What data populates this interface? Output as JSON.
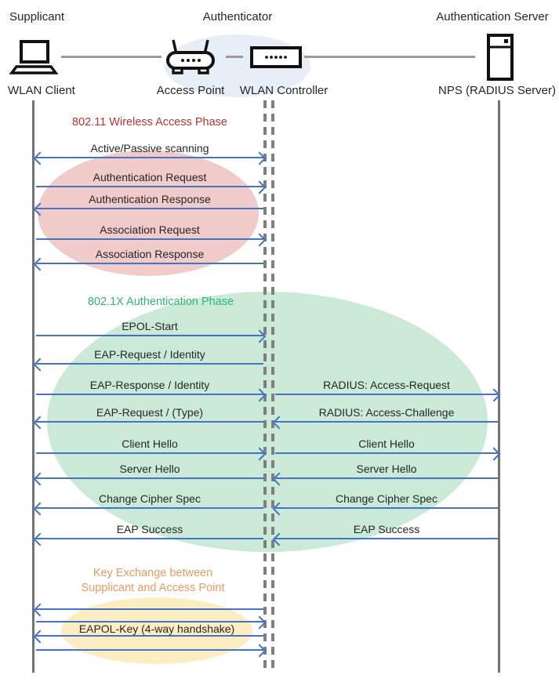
{
  "header": {
    "supplicant": "Supplicant",
    "authenticator": "Authenticator",
    "auth_server": "Authentication Server"
  },
  "devices": {
    "wlan_client": "WLAN Client",
    "access_point": "Access Point",
    "wlan_controller": "WLAN Controller",
    "nps": "NPS (RADIUS Server)"
  },
  "phases": [
    {
      "title": "802.11 Wireless Access Phase",
      "title_color": "#b73434",
      "fill": "#f1caca"
    },
    {
      "title": "802.1X Authentication Phase",
      "title_color": "#2fb574",
      "fill": "#cbe9d7"
    },
    {
      "title_line1": "Key Exchange between",
      "title_line2": "Supplicant and Access Point",
      "title_color": "#e8995f",
      "fill": "#fdedc2",
      "message": "EAPOL-Key (4-way handshake)"
    }
  ],
  "messages": [
    {
      "label": "Active/Passive scanning",
      "segment": "client-controller",
      "direction": "both"
    },
    {
      "label": "Authentication Request",
      "segment": "client-controller",
      "direction": "right"
    },
    {
      "label": "Authentication Response",
      "segment": "client-controller",
      "direction": "left"
    },
    {
      "label": "Association Request",
      "segment": "client-controller",
      "direction": "right"
    },
    {
      "label": "Association Response",
      "segment": "client-controller",
      "direction": "left"
    },
    {
      "label": "EPOL-Start",
      "segment": "client-controller",
      "direction": "right"
    },
    {
      "label": "EAP-Request / Identity",
      "segment": "client-controller",
      "direction": "left"
    },
    {
      "label": "EAP-Response / Identity",
      "segment": "client-controller",
      "direction": "right"
    },
    {
      "label": "RADIUS: Access-Request",
      "segment": "controller-server",
      "direction": "right"
    },
    {
      "label": "EAP-Request / (Type)",
      "segment": "client-controller",
      "direction": "left"
    },
    {
      "label": "RADIUS: Access-Challenge",
      "segment": "controller-server",
      "direction": "left"
    },
    {
      "label": "Client Hello",
      "segment": "client-controller",
      "direction": "right"
    },
    {
      "label": "Client Hello",
      "segment": "controller-server",
      "direction": "right"
    },
    {
      "label": "Server Hello",
      "segment": "client-controller",
      "direction": "left"
    },
    {
      "label": "Server Hello",
      "segment": "controller-server",
      "direction": "left"
    },
    {
      "label": "Change Cipher Spec",
      "segment": "client-controller",
      "direction": "left"
    },
    {
      "label": "Change Cipher Spec",
      "segment": "controller-server",
      "direction": "left"
    },
    {
      "label": "EAP Success",
      "segment": "client-controller",
      "direction": "left"
    },
    {
      "label": "EAP Success",
      "segment": "controller-server",
      "direction": "left"
    },
    {
      "label": "",
      "segment": "client-controller",
      "direction": "left"
    },
    {
      "label": "",
      "segment": "client-controller",
      "direction": "right"
    },
    {
      "label": "",
      "segment": "client-controller",
      "direction": "left"
    },
    {
      "label": "",
      "segment": "client-controller",
      "direction": "right"
    }
  ],
  "colors": {
    "arrow": "#4472c4",
    "lifeline_solid": "#737373",
    "lifeline_dashed": "#7f7f7f",
    "authenticator_ellipse": "#e9edf7",
    "icon_stroke": "#111111"
  }
}
